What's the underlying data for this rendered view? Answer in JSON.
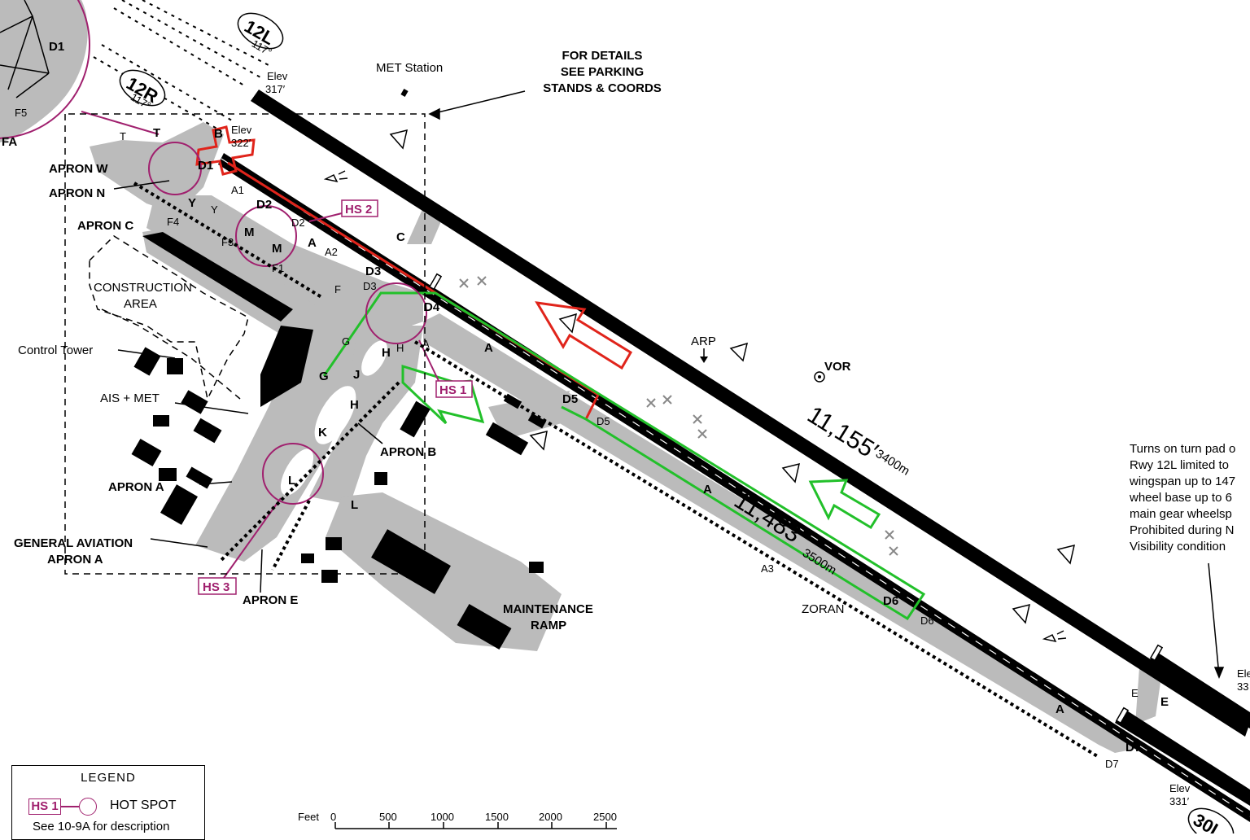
{
  "runways": {
    "rwy_12L": "12L",
    "rwy_12L_hdg": "117°",
    "rwy_12R": "12R",
    "rwy_12R_hdg": "117°",
    "rwy_30L": "30L",
    "elev_12L": "317′",
    "elev_12R": "322′",
    "elev_30_top": "33",
    "elev_30_bottom": "331′",
    "elev_word": "Elev",
    "length_long_ft": "11,155′",
    "length_long_m": "3400m",
    "length_short_ft": "11,483′",
    "length_short_m": "3500m"
  },
  "callouts": {
    "details_line1": "FOR DETAILS",
    "details_line2": "SEE PARKING",
    "details_line3": "STANDS & COORDS",
    "met_station": "MET Station",
    "control_tower": "Control Tower",
    "ais_met": "AIS + MET",
    "construction_1": "CONSTRUCTION",
    "construction_2": "AREA",
    "arp": "ARP",
    "vor": "VOR",
    "zoran": "ZORAN",
    "maintenance_1": "MAINTENANCE",
    "maintenance_2": "RAMP",
    "ga_1": "GENERAL AVIATION",
    "ga_2": "APRON A"
  },
  "aprons": {
    "apron_w": "APRON W",
    "apron_n": "APRON N",
    "apron_c": "APRON C",
    "apron_a": "APRON A",
    "apron_b": "APRON B",
    "apron_e": "APRON E"
  },
  "hotspots": {
    "hs1": "HS 1",
    "hs2": "HS 2",
    "hs3": "HS 3"
  },
  "taxiways": {
    "t1": "T",
    "t2": "T",
    "d1": "D1",
    "d1b": "D1",
    "a1": "A1",
    "y1": "Y",
    "y2": "Y",
    "f4": "F4",
    "f5": "F5",
    "fa": "FA",
    "d2": "D2",
    "d2b": "D2",
    "m1": "M",
    "m2": "M",
    "f3": "F3",
    "f1": "F1",
    "a": "A",
    "a2": "A2",
    "c": "C",
    "d3": "D3",
    "d3b": "D3",
    "f": "F",
    "d4": "D4",
    "g1": "G",
    "g2": "G",
    "h1": "H",
    "h2": "H",
    "h3": "H",
    "j": "J",
    "k": "K",
    "l1": "L",
    "l2": "L",
    "a_mid": "A",
    "a_low": "A",
    "a_end": "A",
    "d5": "D5",
    "d5b": "D5",
    "a3": "A3",
    "d6": "D6",
    "d6b": "D6",
    "e1": "E",
    "e2": "E",
    "d7": "D7",
    "d7b": "D7",
    "ab": "A",
    "b": "B"
  },
  "note": {
    "line1": "Turns on turn pad o",
    "line2": "Rwy 12L limited to",
    "line3": "wingspan up to 147",
    "line4": "wheel base up to 6",
    "line5": "main gear wheelsp",
    "line6": "Prohibited during N",
    "line7": "Visibility condition"
  },
  "legend": {
    "title": "LEGEND",
    "hs_label": "HS 1",
    "hot_spot": "HOT SPOT",
    "description": "See 10-9A for description"
  },
  "scale": {
    "feet": "Feet",
    "ticks": [
      "0",
      "500",
      "1000",
      "1500",
      "2000",
      "2500"
    ]
  },
  "colors": {
    "runway": "#000000",
    "taxiway": "#bbbbbb",
    "hotspot": "#a0206e",
    "route_red": "#e0241b",
    "route_green": "#22c02a"
  }
}
